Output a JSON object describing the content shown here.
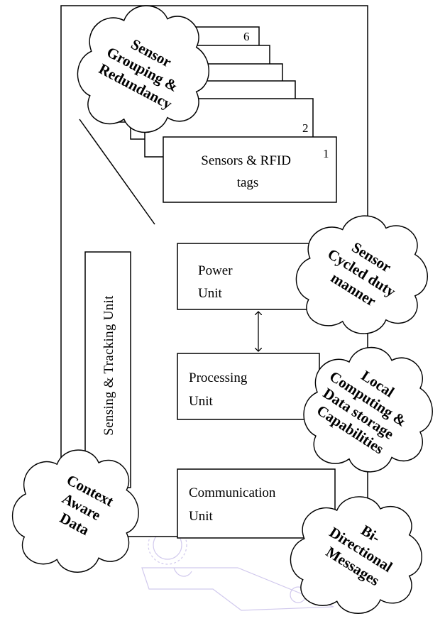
{
  "stack": {
    "labels": [
      "6",
      "2",
      "1"
    ],
    "card_text": [
      "Sensors & RFID",
      "tags"
    ]
  },
  "units": {
    "power": [
      "Power",
      "Unit"
    ],
    "processing": [
      "Processing",
      "Unit"
    ],
    "communication": [
      "Communication",
      "Unit"
    ]
  },
  "side_panel": "Sensing & Tracking Unit",
  "clouds": {
    "grouping": [
      "Sensor",
      "Grouping &",
      "Redundancy"
    ],
    "duty": [
      "Sensor",
      "Cycled duty",
      "manner"
    ],
    "local": [
      "Local",
      "Computing &",
      "Data storage",
      "Capabilities"
    ],
    "context": [
      "Context",
      "Aware",
      "Data"
    ],
    "bidirectional": [
      "Bi-",
      "Directional",
      "Messages"
    ]
  }
}
